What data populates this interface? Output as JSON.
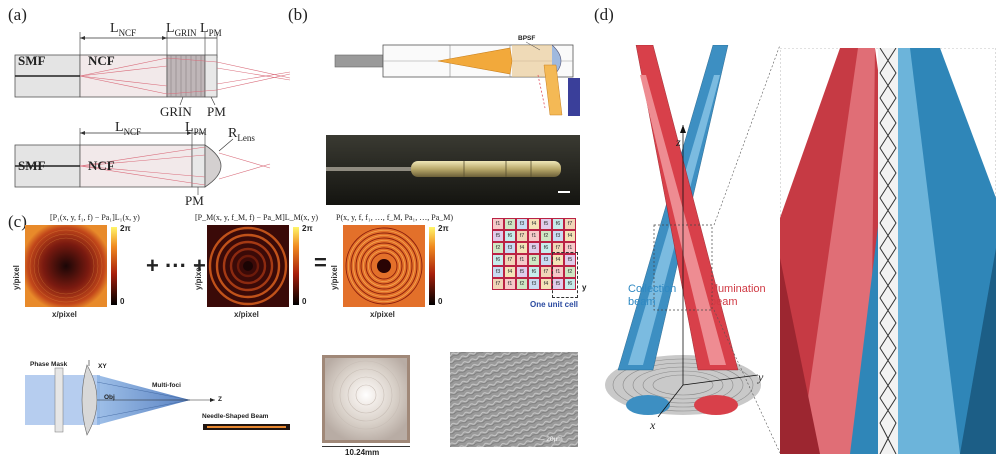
{
  "panels": {
    "a": {
      "label": "(a)",
      "top": {
        "smf": "SMF",
        "ncf": "NCF",
        "grin": "GRIN",
        "pm": "PM",
        "L_ncf": "L",
        "L_ncf_sub": "NCF",
        "L_grin": "L",
        "L_grin_sub": "GRIN",
        "L_pm": "L",
        "L_pm_sub": "PM"
      },
      "bottom": {
        "smf": "SMF",
        "ncf": "NCF",
        "pm": "PM",
        "L_ncf": "L",
        "L_ncf_sub": "NCF",
        "L_pm": "L",
        "L_pm_sub": "PM",
        "R_lens": "R",
        "R_lens_sub": "Lens"
      }
    },
    "b": {
      "label": "(b)",
      "bpsf": "BPSF"
    },
    "c": {
      "label": "(c)",
      "formula1": "[P₁(x, y, f₁, f) − Pa₁]L₁(x, y)",
      "formula2": "[P_M(x, y, f_M, f) − Pa_M]L_M(x, y)",
      "formula3": "P(x, y, f, f₁, …, f_M, Pa₁, …, Pa_M)",
      "cb_top": "2π",
      "cb_bottom": "0",
      "xlabel": "x/pixel",
      "ylabel": "y/pixel",
      "plus": "+ ··· +",
      "equals": "=",
      "grid_letter": "y",
      "unit_cell": "One unit cell",
      "grid_rows": [
        [
          "f1",
          "f2",
          "f3",
          "f4",
          "f5",
          "f6",
          "f7"
        ],
        [
          "f5",
          "f6",
          "f7",
          "f1",
          "f2",
          "f3",
          "f4"
        ],
        [
          "f2",
          "f3",
          "f4",
          "f5",
          "f6",
          "f7",
          "f1"
        ],
        [
          "f6",
          "f7",
          "f1",
          "f2",
          "f3",
          "f4",
          "f5"
        ],
        [
          "f3",
          "f4",
          "f5",
          "f6",
          "f7",
          "f1",
          "f2"
        ],
        [
          "f7",
          "f1",
          "f2",
          "f3",
          "f4",
          "f5",
          "f6"
        ]
      ],
      "grid_colors": [
        "#f6c9c9",
        "#cfe7c4",
        "#c9dbf2",
        "#f4e3b8",
        "#e0cdeb",
        "#c7ecec",
        "#f1d5b8"
      ],
      "phase_mask": "Phase Mask",
      "xy": "XY",
      "obj": "Obj",
      "multi_foci": "Multi-foci",
      "z": "Z",
      "needle": "Needle-Shaped Beam",
      "size": "10.24mm",
      "scale": "— 20μm"
    },
    "d": {
      "label": "(d)",
      "collection": "Collection\nbeam",
      "illumination": "Illumination\nbeam",
      "ax_z": "z",
      "ax_y": "y",
      "ax_x": "x",
      "blue": "#3d8fc2",
      "red": "#d8404a"
    }
  }
}
